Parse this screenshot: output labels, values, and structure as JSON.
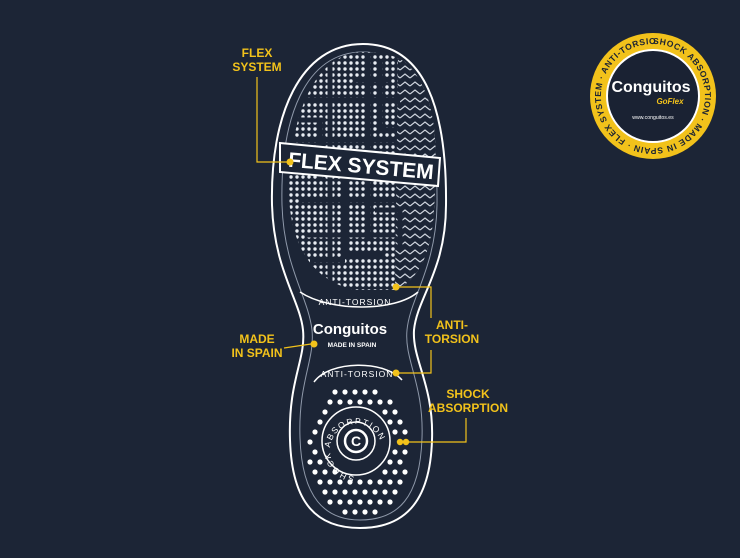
{
  "colors": {
    "background": "#1c2536",
    "accent_yellow": "#f2c21b",
    "sole_white": "#ffffff",
    "badge_dark": "#1a2233"
  },
  "callouts": {
    "flex_system": {
      "line1": "FLEX",
      "line2": "SYSTEM"
    },
    "made_in_spain": {
      "line1": "MADE",
      "line2": "IN SPAIN"
    },
    "anti_torsion": {
      "line1": "ANTI-",
      "line2": "TORSION"
    },
    "shock_absorption": {
      "line1": "SHOCK",
      "line2": "ABSORPTION"
    }
  },
  "sole": {
    "banner": "FLEX SYSTEM",
    "anti_torsion_upper": "ANTI-TORSION",
    "brand": "Conguitos",
    "made_in": "MADE IN SPAIN",
    "anti_torsion_lower": "ANTI-TORSION",
    "shock_ring": "SHOCK ABSORPTION",
    "logo_letter": "C"
  },
  "badge": {
    "ring_text": "SHOCK ABSORPTION · MADE IN SPAIN · FLEX SYSTEM · ANTI-TORSION ·",
    "brand": "Conguitos",
    "sub": "GoFlex",
    "url": "www.conguitos.es"
  }
}
